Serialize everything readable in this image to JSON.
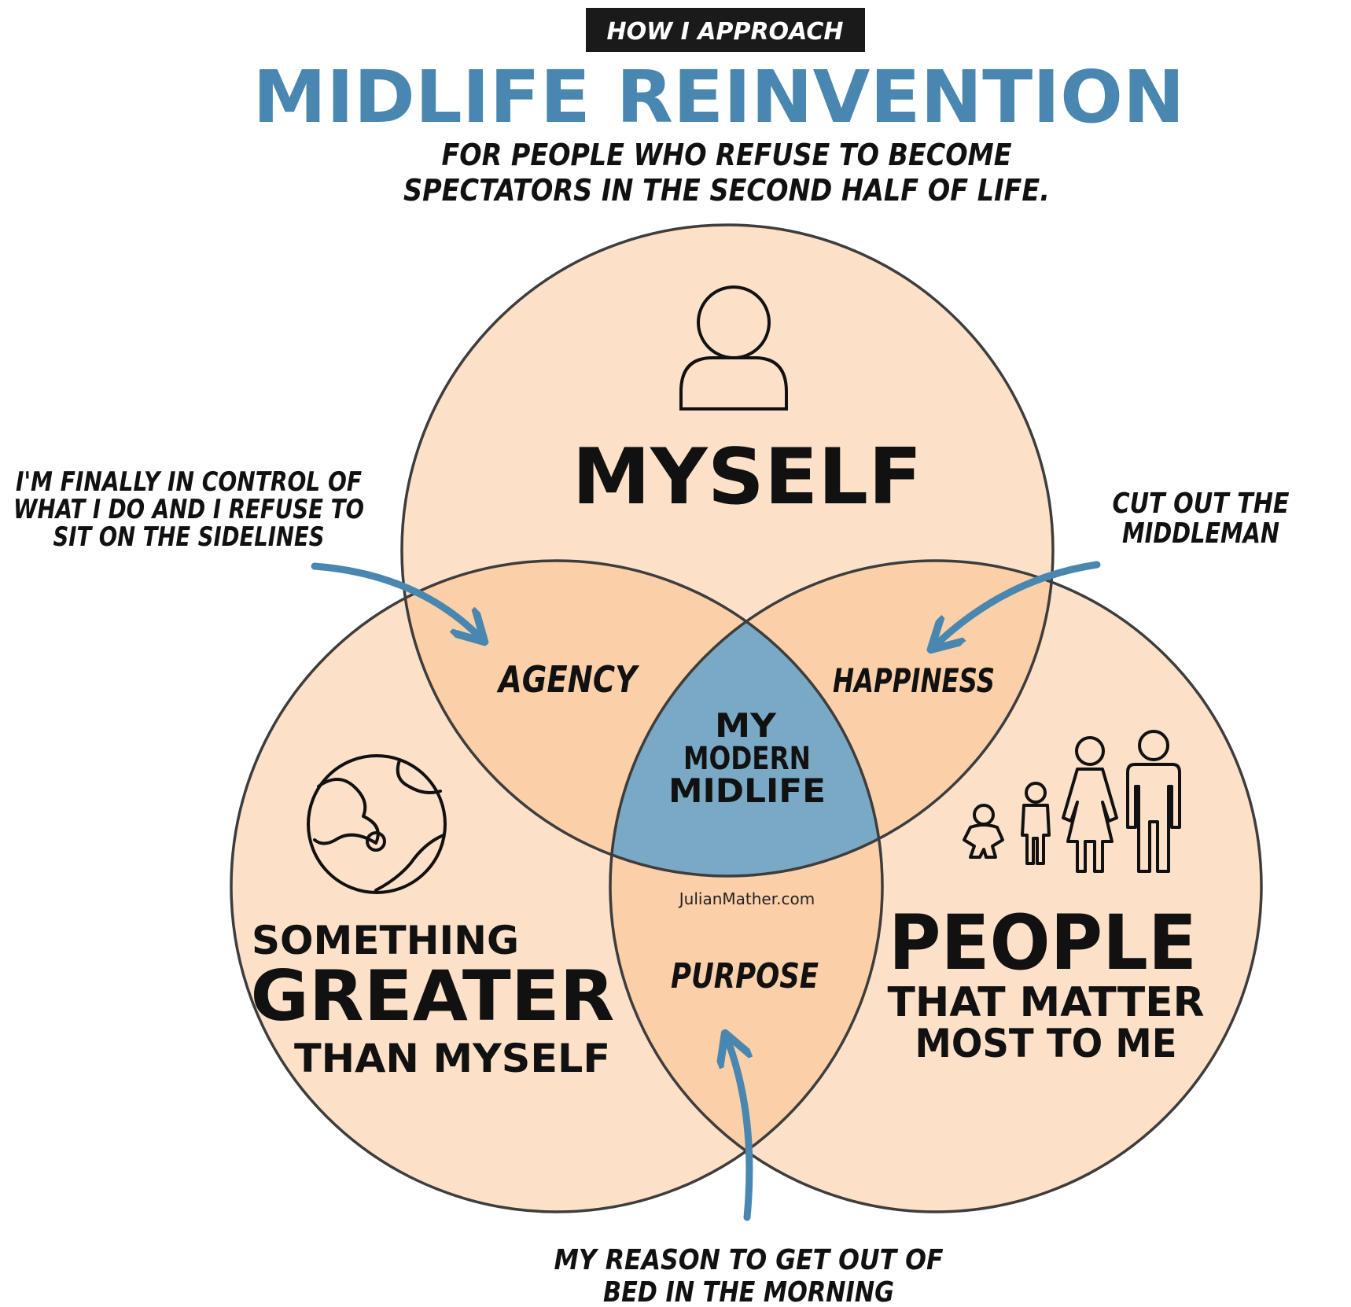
{
  "header": {
    "kicker": "HOW I APPROACH",
    "title": "MIDLIFE REINVENTION",
    "subtitle_line1": "FOR PEOPLE WHO REFUSE TO BECOME",
    "subtitle_line2": "SPECTATORS IN THE SECOND HALF OF LIFE."
  },
  "circles": {
    "top": {
      "label": "MYSELF",
      "icon": "person-icon"
    },
    "left": {
      "line1": "SOMETHING",
      "line2": "GREATER",
      "line3": "THAN MYSELF",
      "icon": "globe-icon"
    },
    "right": {
      "line1": "PEOPLE",
      "line2": "THAT MATTER",
      "line3": "MOST TO ME",
      "icon": "family-icon"
    }
  },
  "overlaps": {
    "top_left": "AGENCY",
    "top_right": "HAPPINESS",
    "bottom": "PURPOSE",
    "center_line1": "MY",
    "center_line2": "MODERN",
    "center_line3": "MIDLIFE"
  },
  "watermark": "JulianMather.com",
  "annotations": {
    "agency_line1": "I'M FINALLY IN CONTROL OF",
    "agency_line2": "WHAT I DO AND I REFUSE TO",
    "agency_line3": "SIT ON THE SIDELINES",
    "happiness_line1": "CUT OUT THE",
    "happiness_line2": "MIDDLEMAN",
    "purpose_line1": "MY REASON TO GET OUT OF",
    "purpose_line2": "BED IN THE MORNING"
  },
  "colors": {
    "circle_fill": "#fde0c8",
    "overlap_fill": "#fbcfa8",
    "center_fill": "#7aa9c6",
    "accent_blue": "#4a87b0",
    "title_blue": "#4a87b0",
    "outline": "#3d3d3d",
    "ink": "#111111",
    "kicker_bg": "#1a1a1a"
  }
}
